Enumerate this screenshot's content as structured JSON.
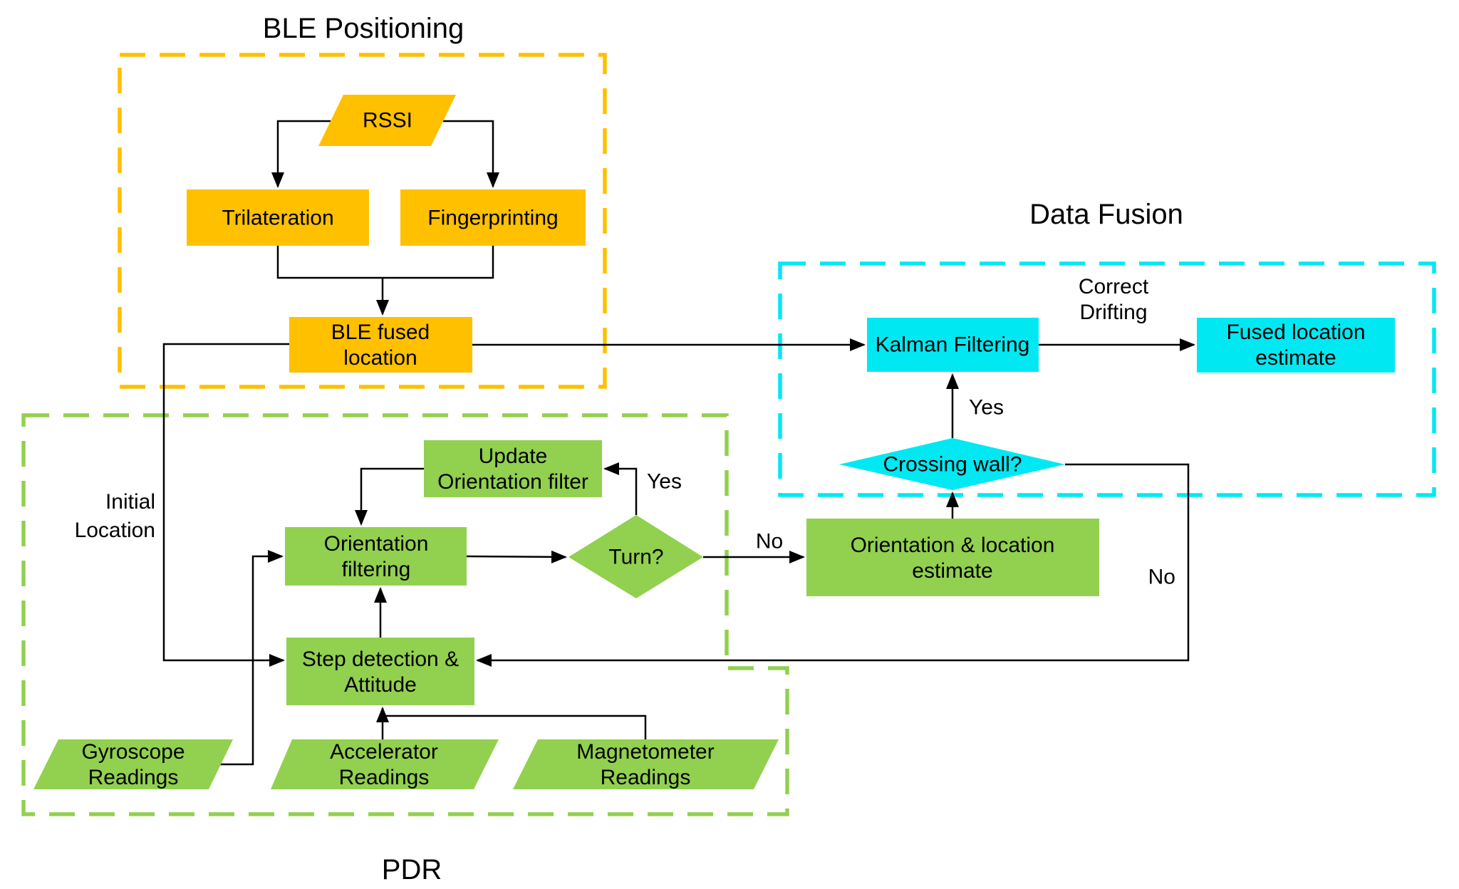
{
  "titles": {
    "ble": "BLE Positioning",
    "fusion": "Data Fusion",
    "pdr": "PDR"
  },
  "nodes": {
    "rssi": "RSSI",
    "trilateration": "Trilateration",
    "fingerprinting": "Fingerprinting",
    "ble_fused": "BLE fused\nlocation",
    "kalman": "Kalman Filtering",
    "fused_estimate": "Fused location\nestimate",
    "crossing_wall": "Crossing wall?",
    "update_filter": "Update\nOrientation filter",
    "orientation_filtering": "Orientation\nfiltering",
    "turn": "Turn?",
    "orientation_location": "Orientation & location\nestimate",
    "step_detection": "Step detection &\nAttitude",
    "gyroscope": "Gyroscope\nReadings",
    "accelerator": "Accelerator\nReadings",
    "magnetometer": "Magnetometer\nReadings"
  },
  "edge_labels": {
    "initial_location": "Initial\nLocation",
    "correct_drifting": "Correct\nDrifting",
    "yes_crossing": "Yes",
    "no_crossing": "No",
    "yes_turn": "Yes",
    "no_turn": "No"
  },
  "colors": {
    "orange": "#FFC000",
    "green": "#92D050",
    "cyan": "#00E9F2",
    "line": "#000000"
  }
}
